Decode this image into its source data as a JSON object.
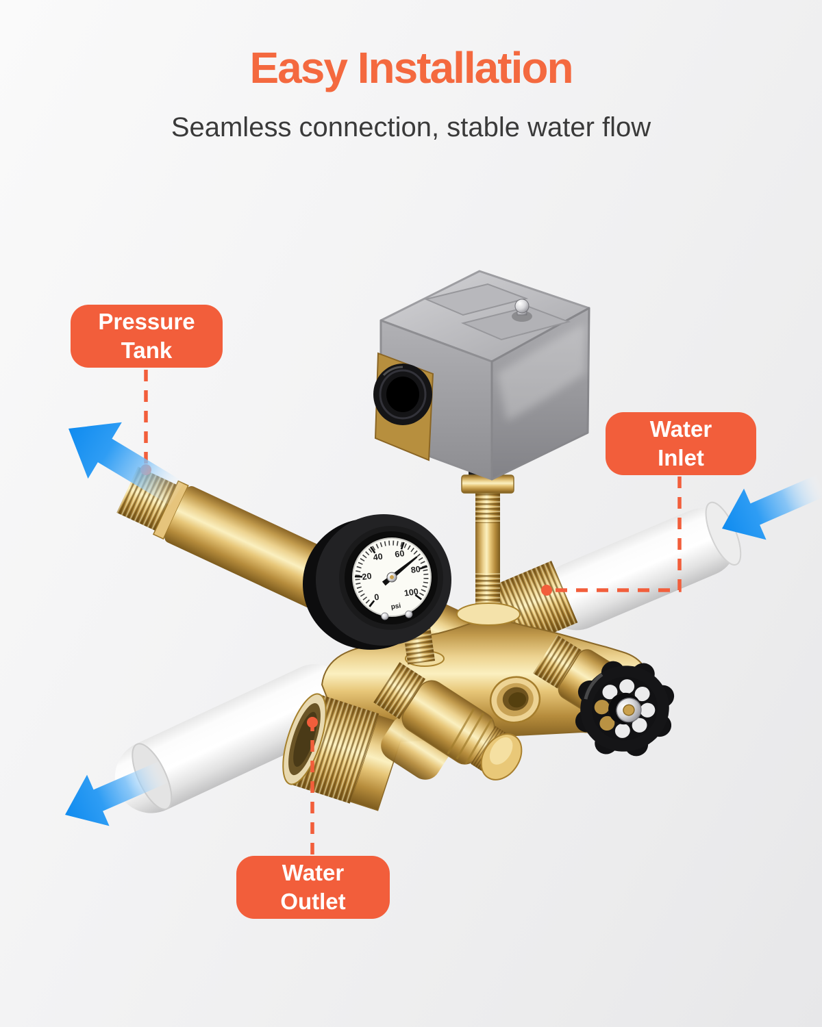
{
  "header": {
    "title": "Easy Installation",
    "subtitle": "Seamless connection, stable water flow"
  },
  "callouts": {
    "pressure_tank": {
      "line1": "Pressure",
      "line2": "Tank"
    },
    "water_inlet": {
      "line1": "Water",
      "line2": "Inlet"
    },
    "water_outlet": {
      "line1": "Water",
      "line2": "Outlet"
    }
  },
  "gauge": {
    "dial_numbers": [
      "0",
      "20",
      "40",
      "60",
      "80",
      "100"
    ],
    "unit": "psi"
  },
  "colors": {
    "title_orange": "#F4693F",
    "accent_orange": "#F25E3B",
    "callout_text": "#FFFFFF",
    "subtitle_gray": "#3A3A3A",
    "arrow_blue": "#2196F3",
    "brass": "#D9B666",
    "switch_gray": "#9B9B9E",
    "gauge_black": "#1A1A1C",
    "pipe_white": "#F4F4F4",
    "background": "#F1F1F2"
  }
}
